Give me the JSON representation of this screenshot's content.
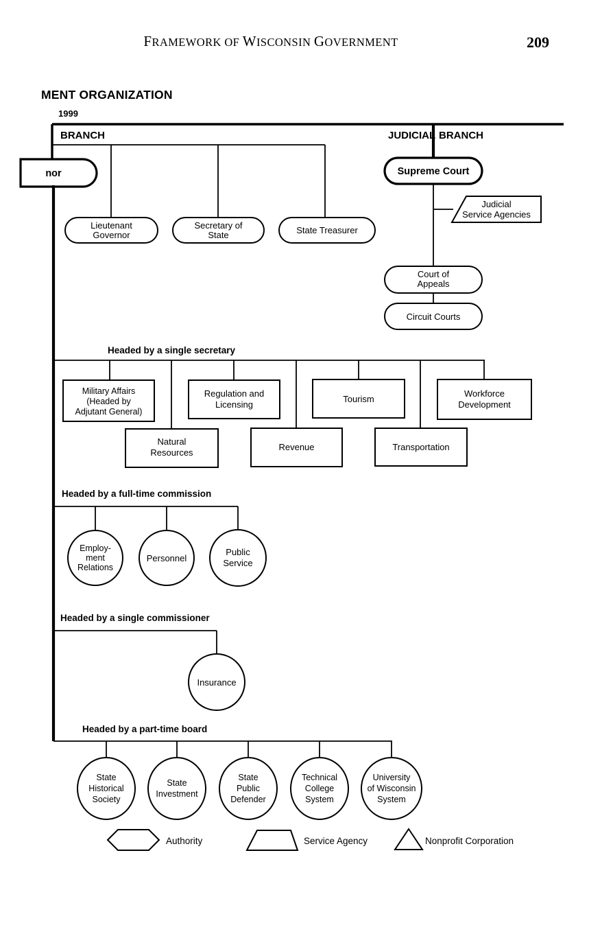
{
  "page": {
    "running_title_parts": [
      "F",
      "RAMEWORK OF ",
      "W",
      "ISCONSIN ",
      "G",
      "OVERNMENT"
    ],
    "running_title": "FRAMEWORK OF WISCONSIN GOVERNMENT",
    "page_number": "209"
  },
  "chart": {
    "title": "MENT ORGANIZATION",
    "year": "1999"
  },
  "branches": {
    "executive_label": "BRANCH",
    "judicial_label_left": "JUDICIAL",
    "judicial_label_right": "BRANCH"
  },
  "executive": {
    "governor": "nor",
    "officers": [
      {
        "line1": "Lieutenant",
        "line2": "Governor"
      },
      {
        "line1": "Secretary of",
        "line2": "State"
      },
      {
        "line1": "State Treasurer",
        "line2": ""
      }
    ]
  },
  "judicial": {
    "supreme_court": "Supreme Court",
    "service_agencies": {
      "line1": "Judicial",
      "line2": "Service Agencies"
    },
    "court_of_appeals": {
      "line1": "Court of",
      "line2": "Appeals"
    },
    "circuit_courts": "Circuit  Courts"
  },
  "groups": {
    "secretary": "Headed by a single secretary",
    "commission": "Headed by a full-time commission",
    "commissioner": "Headed by a single commissioner",
    "board": "Headed by a part-time board"
  },
  "departments": {
    "row_upper": [
      {
        "line1": "Military Affairs",
        "line2": "(Headed by",
        "line3": "Adjutant General)"
      },
      {
        "line1": "Regulation and",
        "line2": "Licensing",
        "line3": ""
      },
      {
        "line1": "Tourism",
        "line2": "",
        "line3": ""
      },
      {
        "line1": "Workforce",
        "line2": "Development",
        "line3": ""
      }
    ],
    "row_lower": [
      {
        "line1": "Natural",
        "line2": "Resources"
      },
      {
        "line1": "Revenue",
        "line2": ""
      },
      {
        "line1": "Transportation",
        "line2": ""
      }
    ]
  },
  "commissions": [
    {
      "line1": "Employ-",
      "line2": "ment",
      "line3": "Relations"
    },
    {
      "line1": "Personnel",
      "line2": "",
      "line3": ""
    },
    {
      "line1": "Public",
      "line2": "Service",
      "line3": ""
    }
  ],
  "commissioners": [
    {
      "line1": "Insurance",
      "line2": "",
      "line3": ""
    }
  ],
  "boards": [
    {
      "line1": "State",
      "line2": "Historical",
      "line3": "Society"
    },
    {
      "line1": "State",
      "line2": "Investment",
      "line3": ""
    },
    {
      "line1": "State",
      "line2": "Public",
      "line3": "Defender"
    },
    {
      "line1": "Technical",
      "line2": "College",
      "line3": "System"
    },
    {
      "line1": "University",
      "line2": "of Wisconsin",
      "line3": "System"
    }
  ],
  "legend": [
    {
      "shape": "hexagon",
      "label": "Authority"
    },
    {
      "shape": "trapezoid",
      "label": "Service Agency"
    },
    {
      "shape": "triangle",
      "label": "Nonprofit Corporation"
    }
  ],
  "colors": {
    "ink": "#000000",
    "paper": "#ffffff"
  }
}
